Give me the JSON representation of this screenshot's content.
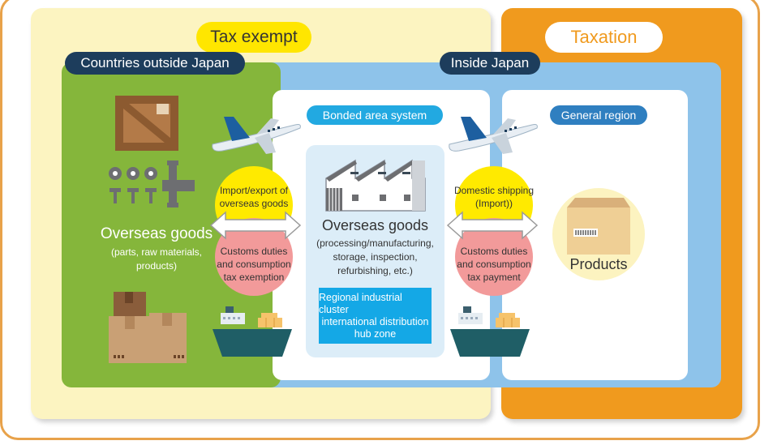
{
  "labels": {
    "tax_exempt": "Tax exempt",
    "taxation": "Taxation",
    "outside_japan": "Countries outside Japan",
    "inside_japan": "Inside Japan",
    "bonded_area": "Bonded area system",
    "general_region": "General region"
  },
  "left": {
    "title": "Overseas goods",
    "subtitle_1": "(parts, raw materials,",
    "subtitle_2": "products)"
  },
  "flow1": {
    "top_1": "Import/export of",
    "top_2": "overseas goods",
    "bottom_1": "Customs duties",
    "bottom_2": "and consumption",
    "bottom_3": "tax exemption"
  },
  "center": {
    "title": "Overseas goods",
    "line_1": "(processing/manufacturing,",
    "line_2": "storage, inspection,",
    "line_3": "refurbishing, etc.)",
    "cluster_1": "Regional industrial cluster",
    "cluster_2": "international distribution",
    "cluster_3": "hub zone"
  },
  "flow2": {
    "top_1": "Domestic shipping",
    "top_2": "(Import))",
    "bottom_1": "Customs duties",
    "bottom_2": "and consumption",
    "bottom_3": "tax payment"
  },
  "right": {
    "products": "Products"
  },
  "colors": {
    "exempt_bg": "#fcf4c1",
    "taxation_bg": "#f09a1e",
    "outside_bg": "#85b63b",
    "inside_bg": "#8ec3ea",
    "label_navy": "#1d3d5c",
    "cluster_blue": "#14a8e6"
  },
  "icons": [
    "airplane-icon",
    "crate-icon",
    "nuts-bolts-icon",
    "cardboard-boxes-icon",
    "factory-icon",
    "cargo-ship-icon",
    "product-box-icon",
    "double-arrow-icon"
  ]
}
